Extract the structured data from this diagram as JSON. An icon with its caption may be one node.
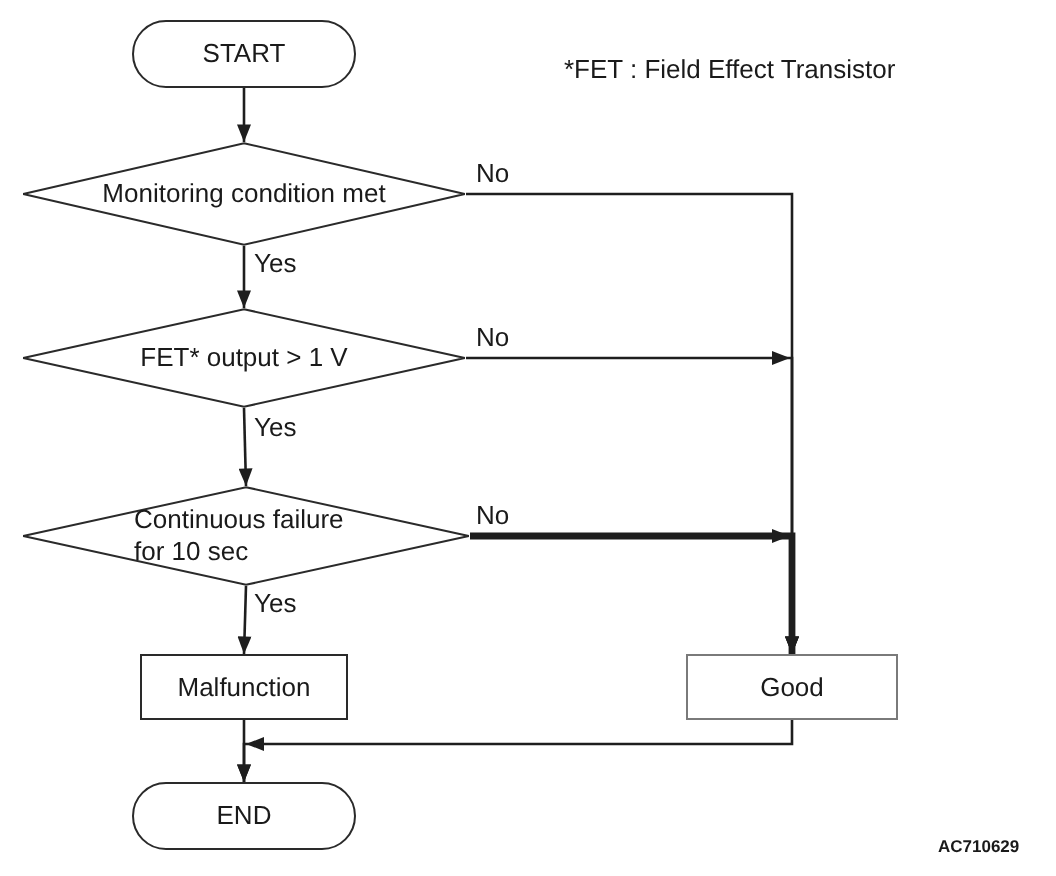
{
  "diagram": {
    "nodes": [
      {
        "text": [
          "START"
        ]
      },
      {
        "text": [
          "Monitoring condition met"
        ]
      },
      {
        "text": [
          "FET* output > 1 V"
        ]
      },
      {
        "text": [
          "Continuous failure for 10 sec"
        ]
      },
      {
        "text": [
          "Malfunction"
        ]
      },
      {
        "text": [
          "Good"
        ]
      },
      {
        "text": [
          "END"
        ]
      }
    ],
    "edges": [
      {
        "from": 0,
        "to": 1,
        "arrow": "to"
      },
      {
        "from": 1,
        "to": 5,
        "label": "No",
        "arrow": "to"
      },
      {
        "from": 1,
        "to": 2,
        "label": "Yes",
        "arrow": "to"
      },
      {
        "from": 2,
        "to": 5,
        "label": "No",
        "arrow": "to"
      },
      {
        "from": 2,
        "to": 3,
        "label": "Yes",
        "arrow": "to"
      },
      {
        "from": 3,
        "to": 5,
        "label": "No",
        "arrow": "to",
        "style": "thick"
      },
      {
        "from": 3,
        "to": 4,
        "label": "Yes",
        "arrow": "to"
      },
      {
        "from": 4,
        "to": 6,
        "arrow": "to"
      },
      {
        "from": 5,
        "to": 6,
        "arrow": "to"
      }
    ],
    "labels": [
      "*FET : Field Effect Transistor",
      "AC710629"
    ]
  }
}
